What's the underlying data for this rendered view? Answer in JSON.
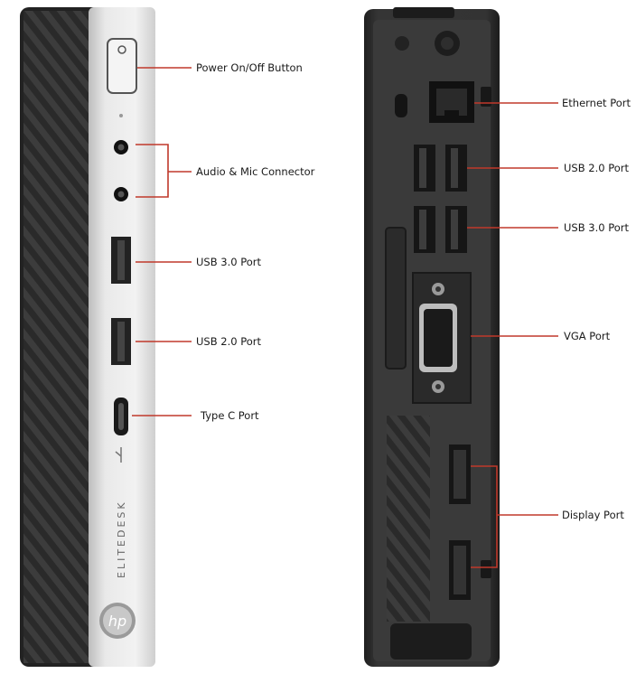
{
  "front_labels": {
    "power": "Power On/Off  Button",
    "audio": "Audio & Mic Connector",
    "usb3": "USB 3.0 Port",
    "usb2": "USB 2.0 Port",
    "typec": "Type C Port"
  },
  "rear_labels": {
    "ethernet": "Ethernet Port",
    "usb2": "USB 2.0 Port",
    "usb3": "USB 3.0 Port",
    "vga": "VGA Port",
    "display": "Display Port"
  },
  "device_branding": {
    "model_text": "ELITEDESK",
    "logo_text": "hp"
  },
  "colors": {
    "callout_line": "#c0392b",
    "chassis_dark": "#2b2b2b",
    "front_silver": "#d6d6d6",
    "label_text": "#1a1a1a"
  }
}
